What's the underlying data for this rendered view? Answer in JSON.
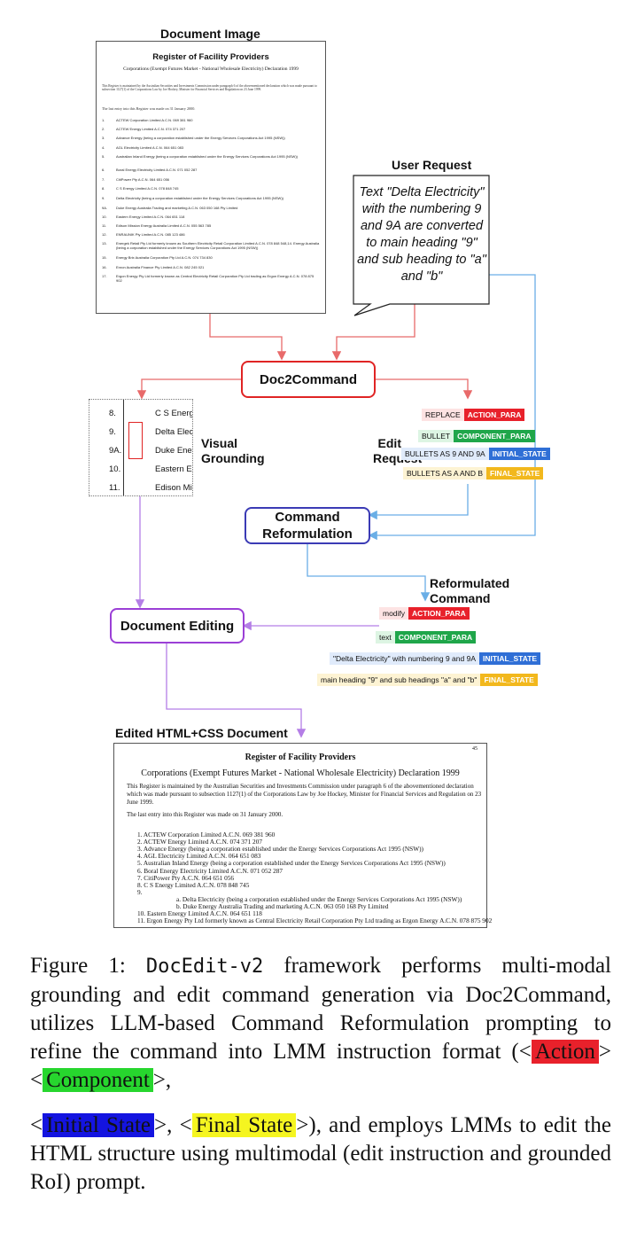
{
  "labels": {
    "document_image": "Document Image",
    "user_request": "User Request",
    "visual_grounding": "Visual\nGrounding",
    "edit_request": "Edit\nRequest",
    "reformulated_command": "Reformulated\nCommand",
    "edited_doc": "Edited HTML+CSS Document"
  },
  "boxes": {
    "doc2command": "Doc2Command",
    "command_reformulation": "Command\nReformulation",
    "document_editing": "Document Editing"
  },
  "user_request_text": "Text \"Delta Electricity\" with the numbering 9 and 9A are converted to main heading \"9\" and sub heading to \"a\" and \"b\"",
  "input_doc": {
    "title": "Register of Facility Providers",
    "subtitle": "Corporations (Exempt Futures Market - National Wholesale Electricity) Declaration 1999",
    "intro": "This Register is maintained by the Australian Securities and Investments Commission under paragraph 6 of the abovementioned declaration which was made pursuant to subsection 1127(1) of the Corporations Law by Joe Hockey, Minister for Financial Services and Regulation on 23 June 1999.",
    "last_entry": "The last entry into this Register was made on 31 January 2000.",
    "items": [
      {
        "num": "1.",
        "text": "ACTEW Corporation Limited A.C.N. 069 381 960"
      },
      {
        "num": "2.",
        "text": "ACTEW Energy Limited A.C.N. 074 371 207"
      },
      {
        "num": "3.",
        "text": "Advance Energy (being a corporation established under the Energy Services Corporations Act 1995 (NSW))"
      },
      {
        "num": "4.",
        "text": "AGL Electricity Limited A.C.N. 064 651 083"
      },
      {
        "num": "5.",
        "text": "Australian Inland Energy (being a corporation established under the Energy Services Corporations Act 1995 (NSW))"
      },
      {
        "num": "6.",
        "text": "Boral Energy Electricity Limited A.C.N. 071 052 287"
      },
      {
        "num": "7.",
        "text": "CitiPower Pty A.C.N. 064 651 056"
      },
      {
        "num": "8.",
        "text": "C S Energy Limited A.C.N. 078 848 745"
      },
      {
        "num": "9.",
        "text": "Delta Electricity (being a corporation established under the Energy Services Corporations Act 1995 (NSW))"
      },
      {
        "num": "9A.",
        "text": "Duke Energy Australia Trading and marketing A.C.N. 063 050 168 Pty Limited"
      },
      {
        "num": "10.",
        "text": "Eastern Energy Limited A.C.N. 064 651 118"
      },
      {
        "num": "11.",
        "text": "Edison Mission Energy Australia Limited A.C.N. 055 563 785"
      },
      {
        "num": "12.",
        "text": "ENRAUNIK Pty Limited A.C.N. 085 123 486"
      },
      {
        "num": "13.",
        "text": "Energek Retail Pty Ltd formerly known as Southern Electricity Retail Corporation Limited A.C.N. 078 848 548,14. Energy Australia (being a corporation established under the Energy Services Corporations Act 1995 (NSW))"
      },
      {
        "num": "15.",
        "text": "Energy Brix Australia Corporation Pty Ltd A.C.N. 074 734 830"
      },
      {
        "num": "16.",
        "text": "Enron Australia Finance Pty Limited A.C.N. 082 245 021"
      },
      {
        "num": "17.",
        "text": "Ergon Energy Pty Ltd formerly known as Central Electricity Retail Corporation Pty Ltd trading as Ergon Energy A.C.N. 078 875 902"
      }
    ]
  },
  "grounding": [
    {
      "num": "8.",
      "text": "C S Energy"
    },
    {
      "num": "9.",
      "text": "Delta Electr"
    },
    {
      "num": "9A.",
      "text": "Duke Energ"
    },
    {
      "num": "10.",
      "text": "Eastern Ene"
    },
    {
      "num": "11.",
      "text": "Edison Miss"
    }
  ],
  "edit_request_tags": [
    {
      "text": "REPLACE",
      "chip": "ACTION_PARA"
    },
    {
      "text": "BULLET",
      "chip": "COMPONENT_PARA"
    },
    {
      "text": "BULLETS AS 9 AND 9A",
      "chip": "INITIAL_STATE"
    },
    {
      "text": "BULLETS AS A AND B",
      "chip": "FINAL_STATE"
    }
  ],
  "reformulated_tags": [
    {
      "text": "modify",
      "chip": "ACTION_PARA"
    },
    {
      "text": "text",
      "chip": "COMPONENT_PARA"
    },
    {
      "text": "\"Delta Electricity\" with numbering 9 and 9A",
      "chip": "INITIAL_STATE"
    },
    {
      "text": "main heading \"9\" and sub headings \"a\" and \"b\"",
      "chip": "FINAL_STATE"
    }
  ],
  "output_doc": {
    "page_no": "45",
    "title": "Register of Facility Providers",
    "subtitle": "Corporations (Exempt Futures Market - National Wholesale Electricity) Declaration 1999",
    "intro1": "This Register is maintained by the Australian Securities and Investments Commission under paragraph 6 of the abovementioned declaration",
    "intro2": "which was made pursuant to subsection 1127(1) of the Corporations Law by Joe Hockey, Minister for Financial Services and Regulation on 23",
    "intro3": "June 1999.",
    "last_entry": "The last entry into this Register was made on 31 January 2000.",
    "lines": [
      "1. ACTEW Corporation Limited A.C.N. 069 381 960",
      "2. ACTEW Energy Limited A.C.N. 074 371 207",
      "3. Advance Energy (being a corporation established under the Energy Services Corporations Act 1995 (NSW))",
      "4. AGL Electricity Limited A.C.N. 064 651 083",
      "5. Australian Inland Energy (being a corporation established under the Energy Services Corporations Act 1995 (NSW))",
      "6. Boral Energy Electricity Limited A.C.N. 071 052 287",
      "7. CitiPower Pty A.C.N. 064 651 056",
      "8. C S Energy Limited A.C.N. 078 848 745",
      "9.",
      "a. Delta Electricity (being a corporation established under the Energy Services Corporations Act 1995 (NSW))",
      "b. Duke Energy Australia Trading and marketing A.C.N. 063 050 168 Pty Limited",
      "10. Eastern Energy Limited A.C.N. 064 651 118",
      "11. Ergon Energy Pty Ltd formerly known as Central Electricity Retail Corporation Pty Ltd trading as Ergon Energy A.C.N. 078 875 902"
    ]
  },
  "caption": {
    "p1": "Figure 1: ",
    "mono": "DocEdit-v2",
    "p2": " framework performs multi-modal grounding and edit command generation via Doc2Command, utilizes LLM-based Command Reformulation prompting to refine the command into LMM instruction format (<",
    "action": "Action",
    "p3": "><",
    "component": "Component",
    "p4": ">,",
    "p5": "<",
    "initial": "Initial State",
    "p6": ">, <",
    "final": "Final State",
    "p7": ">), and employs LMMs to edit the HTML structure using multimodal (edit instruction and grounded RoI) prompt."
  },
  "colors": {
    "action": "#e8212b",
    "component": "#1fa64a",
    "initial": "#2f6fd6",
    "final": "#f2b81d",
    "red_arrow": "#e86a6a",
    "blue_arrow": "#6aaee6",
    "purple_arrow": "#b47ee6",
    "doc2command_border": "#e02424",
    "reform_border": "#3b3bb5",
    "editing_border": "#9b3fd6"
  }
}
